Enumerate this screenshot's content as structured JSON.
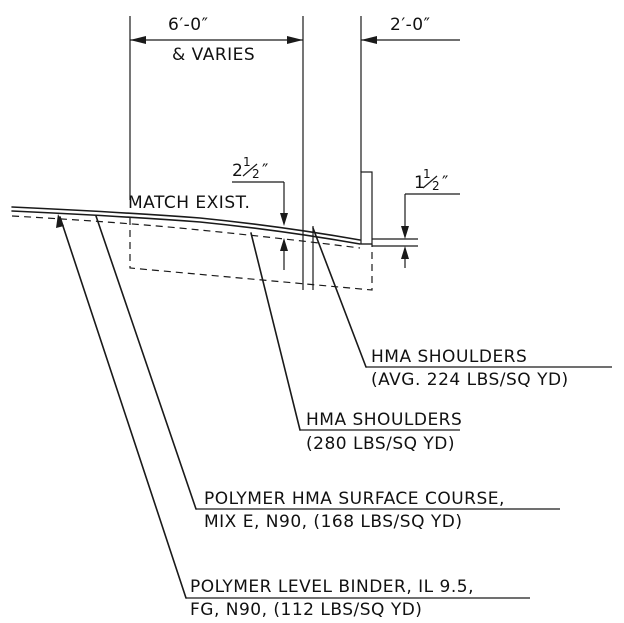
{
  "dimensions": {
    "top_left": "6′-0″",
    "top_left_sub": "& VARIES",
    "top_right": "2′-0″",
    "thickness_left_whole": "2",
    "thickness_left_num": "1",
    "thickness_left_den": "2",
    "thickness_left_unit": "″",
    "thickness_right_whole": "1",
    "thickness_right_num": "1",
    "thickness_right_den": "2",
    "thickness_right_unit": "″"
  },
  "labels": {
    "match_existing": "MATCH EXIST.",
    "hma_shoulders_avg_line1": "HMA SHOULDERS",
    "hma_shoulders_avg_line2": "(AVG. 224 LBS/SQ YD)",
    "hma_shoulders_280_line1": "HMA SHOULDERS",
    "hma_shoulders_280_line2": "(280 LBS/SQ YD)",
    "surface_course_line1": "POLYMER HMA SURFACE COURSE,",
    "surface_course_line2": "MIX E, N90, (168 LBS/SQ YD)",
    "level_binder_line1": "POLYMER LEVEL BINDER, IL 9.5,",
    "level_binder_line2": "FG, N90, (112 LBS/SQ YD)"
  }
}
